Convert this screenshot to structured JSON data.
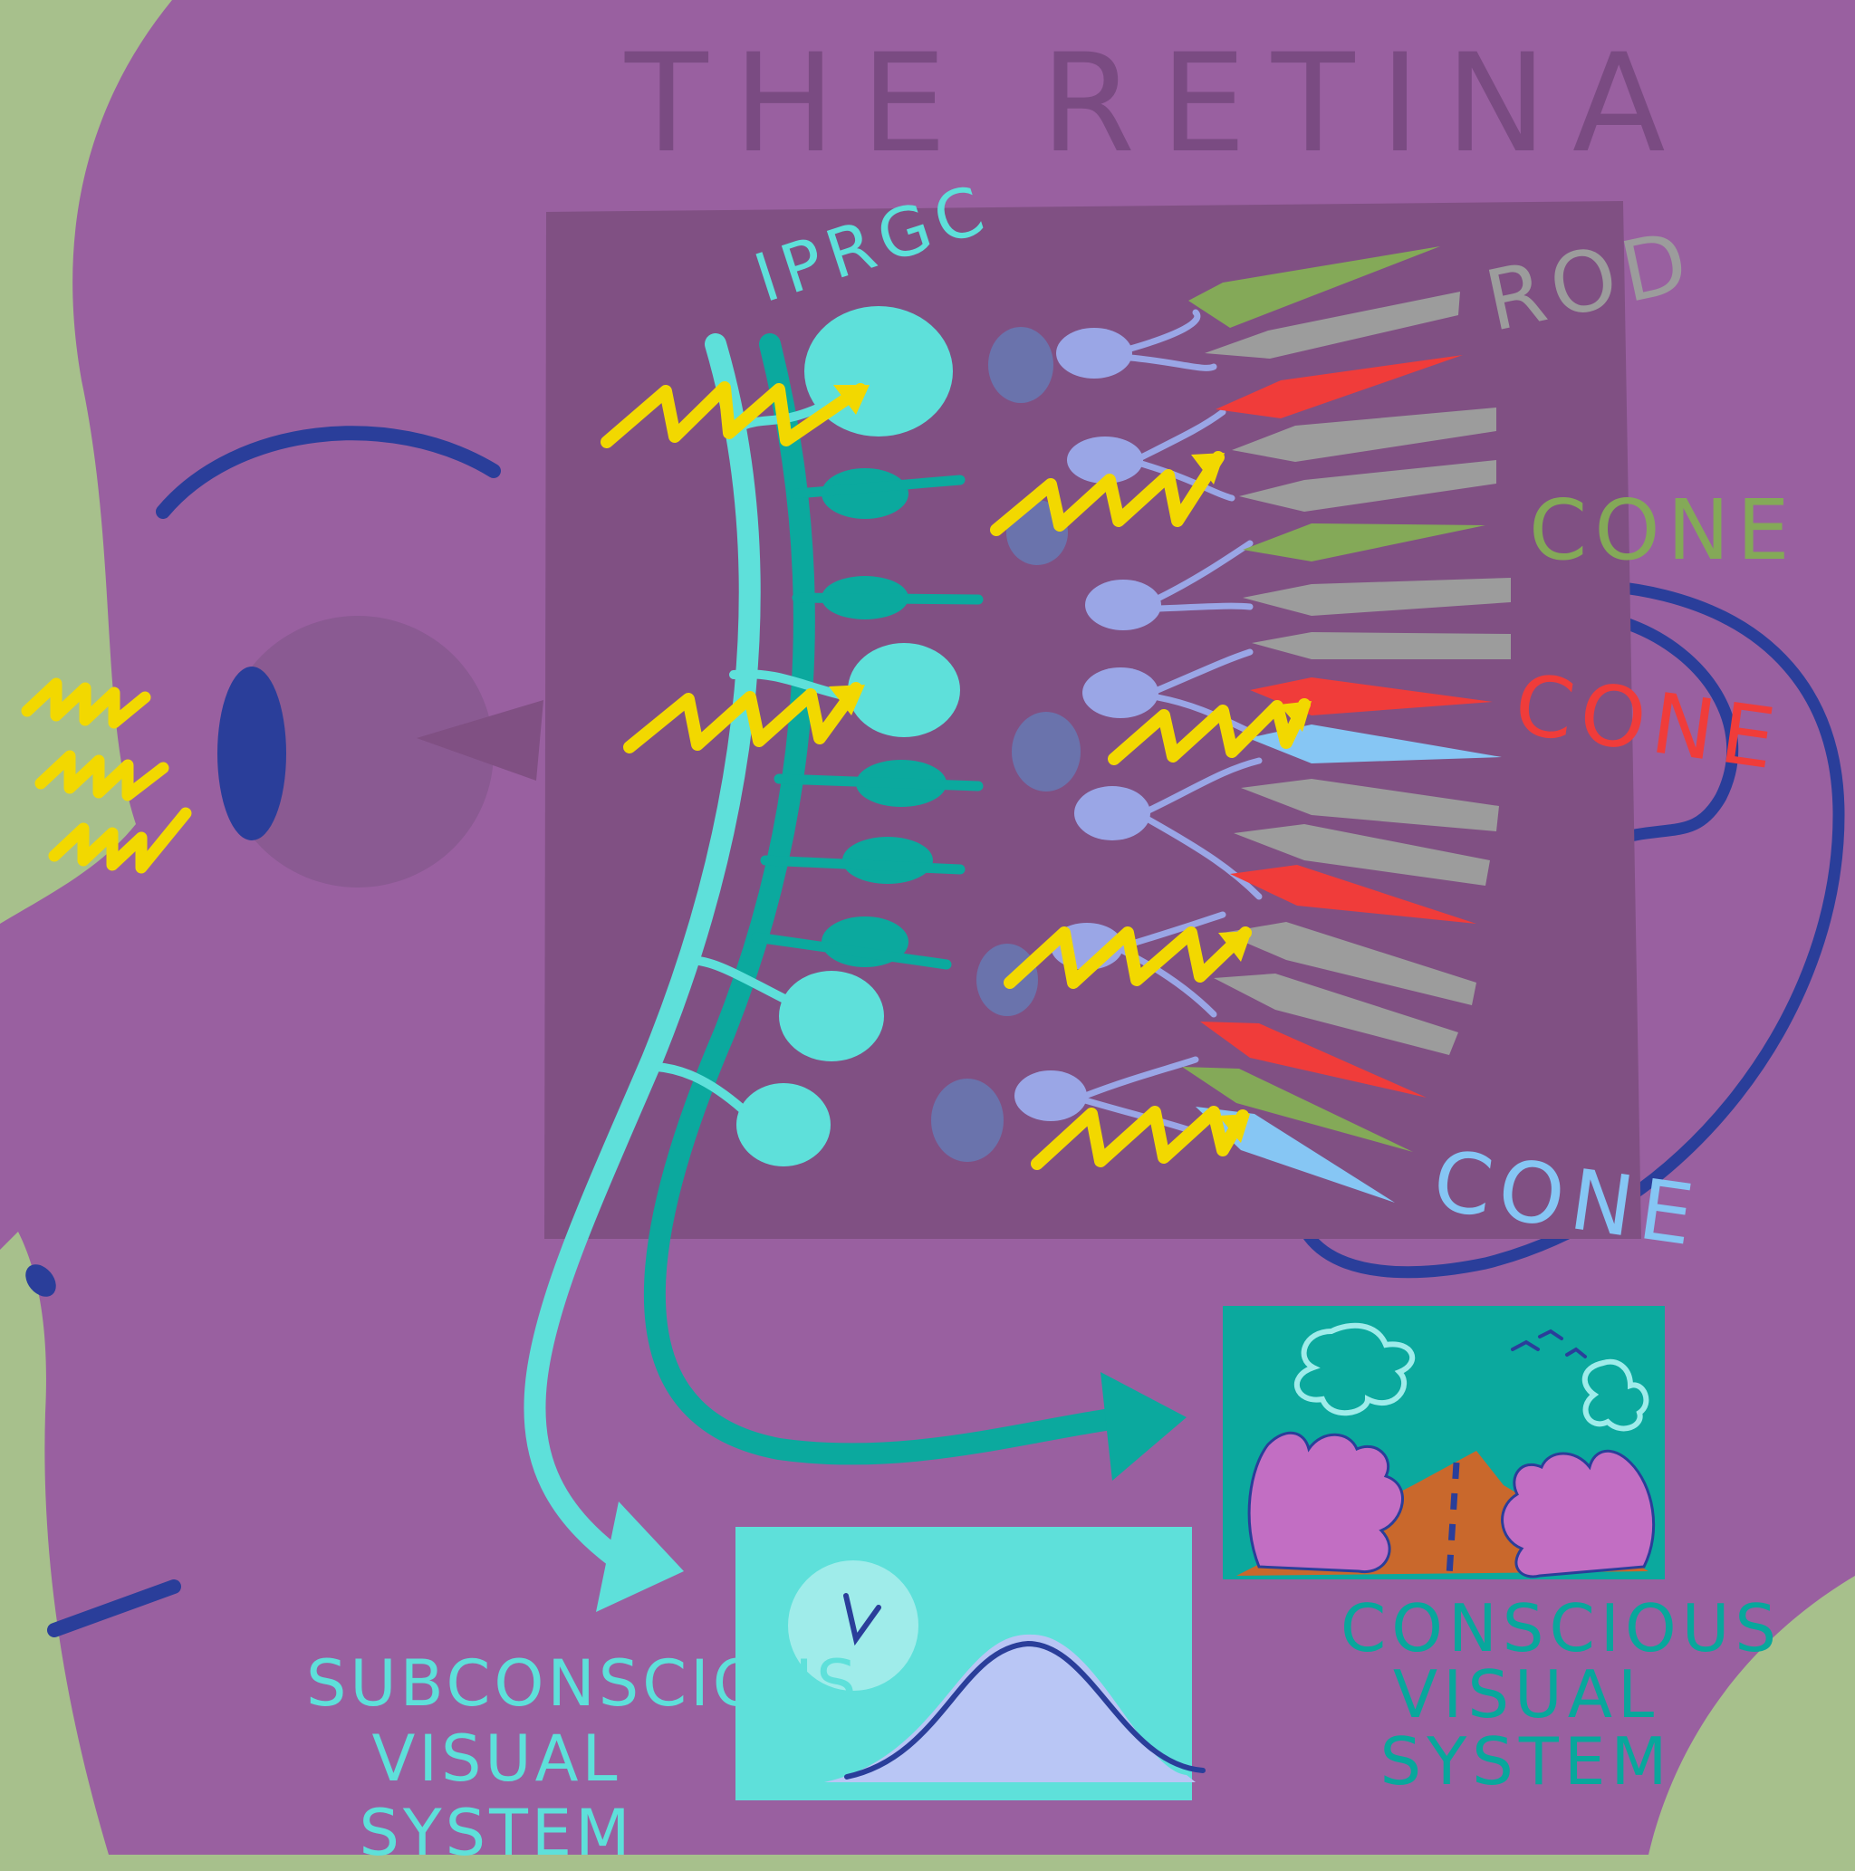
{
  "title": "THE RETINA",
  "labels": {
    "iprgc": "IPRGC",
    "rod": "ROD",
    "cone_green": "CONE",
    "cone_red": "CONE",
    "cone_blue": "CONE",
    "subconscious": "SUBCONSCIOUS VISUAL SYSTEM",
    "conscious": "CONSCIOUS VISUAL SYSTEM"
  },
  "colors": {
    "background": "#a7c08c",
    "face": "#9960a0",
    "panel": "#805083",
    "iprgc": "#5ee0da",
    "bipolar_teal": "#0ba99e",
    "light_signal": "#f2d800",
    "rod": "#9c9c9c",
    "cone_green": "#84a958",
    "cone_red": "#f03c3a",
    "cone_blue": "#86c6f4",
    "outline_blue": "#2a3e9a"
  },
  "icons": {
    "eye": "eye-icon",
    "light": "light-zigzag-icon",
    "clock": "clock-icon",
    "graph": "bell-curve-icon",
    "scene": "road-scene-icon"
  }
}
